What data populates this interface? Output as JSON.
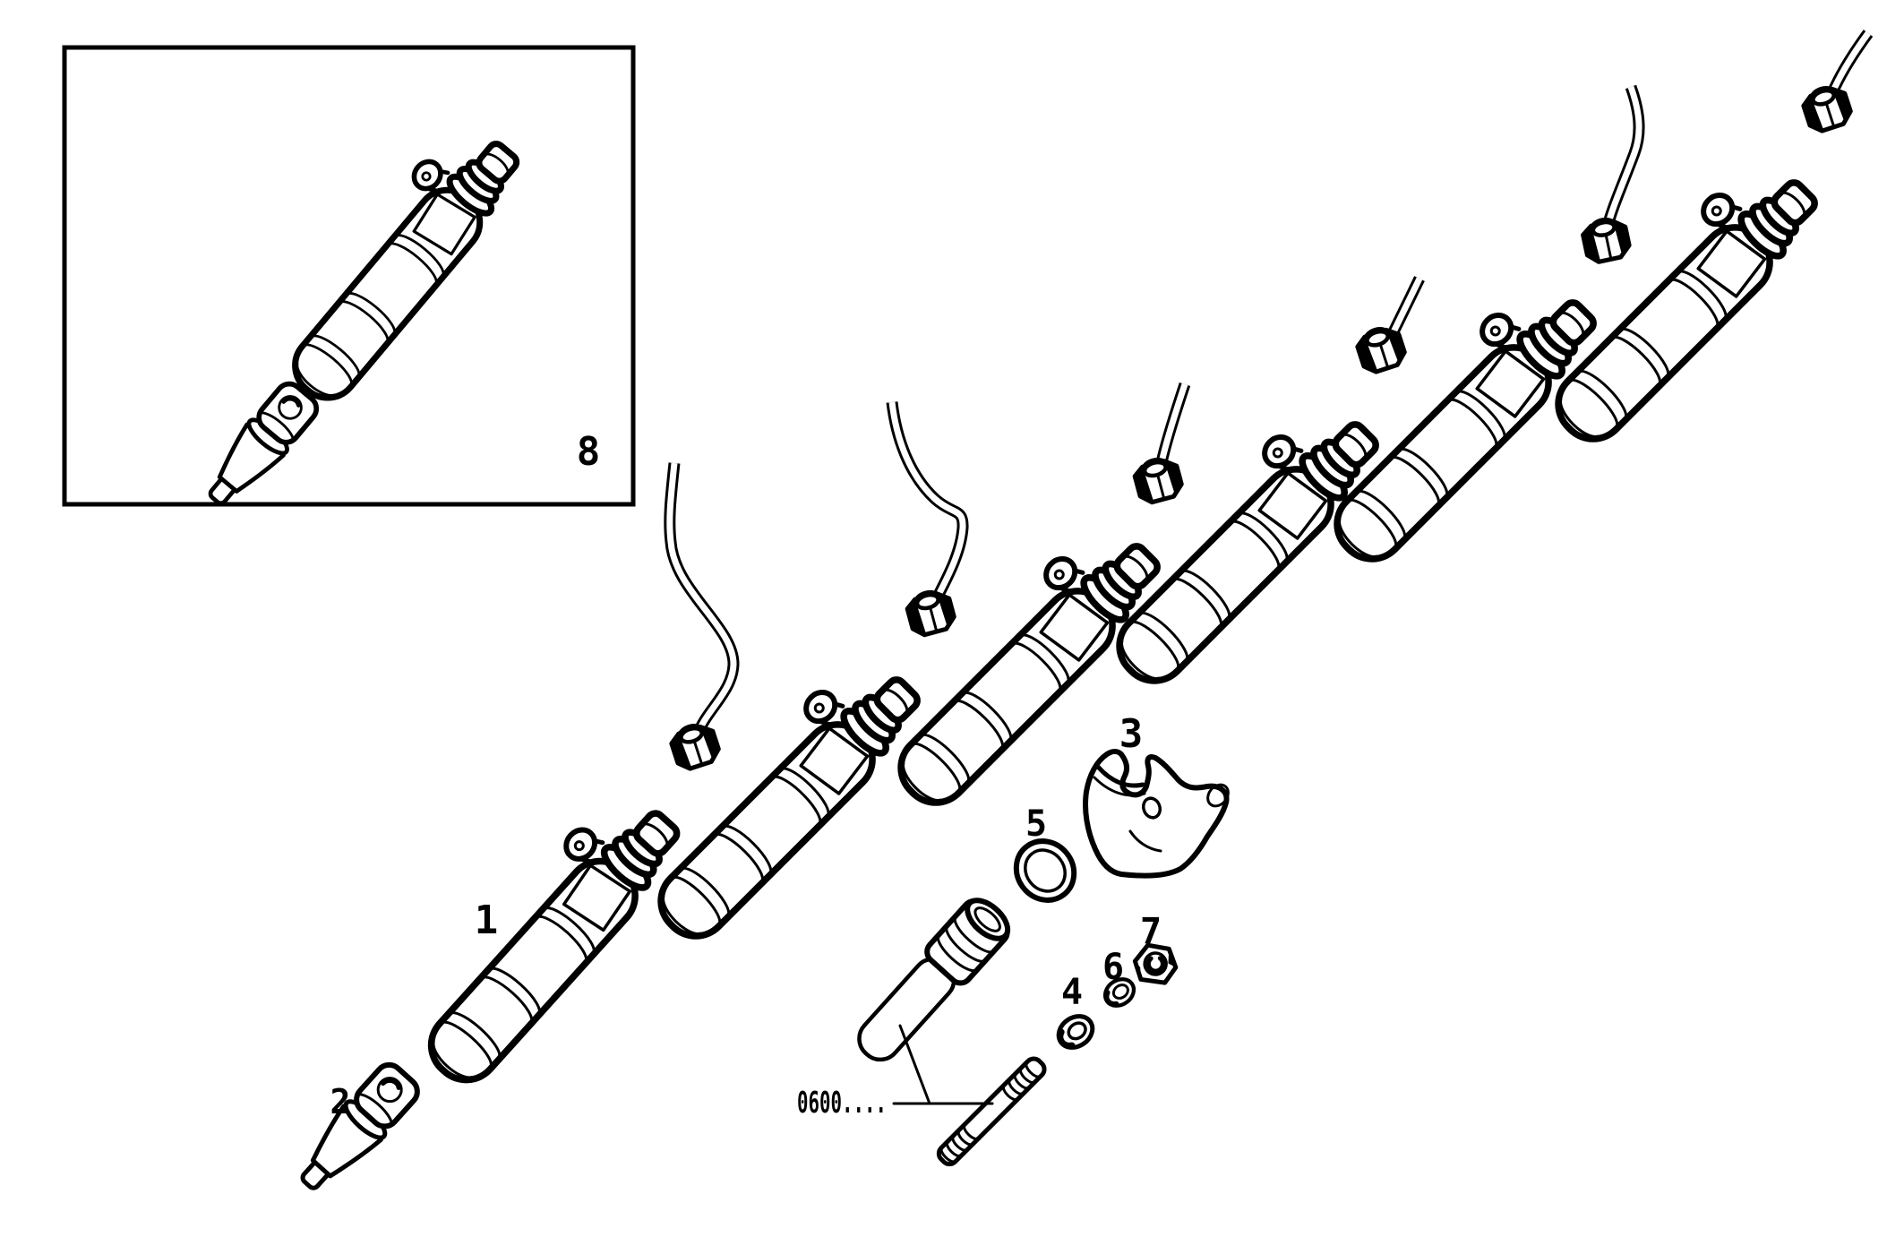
{
  "page": {
    "background": "#ffffff",
    "ink": "#000000"
  },
  "callouts": {
    "c1": "1",
    "c2": "2",
    "c3": "3",
    "c4": "4",
    "c5": "5",
    "c6": "6",
    "c7": "7",
    "c8": "8"
  },
  "part_reference": {
    "code": "0600...."
  },
  "counts": {
    "injectors_in_row": 6,
    "fuel_pipes": 6
  }
}
